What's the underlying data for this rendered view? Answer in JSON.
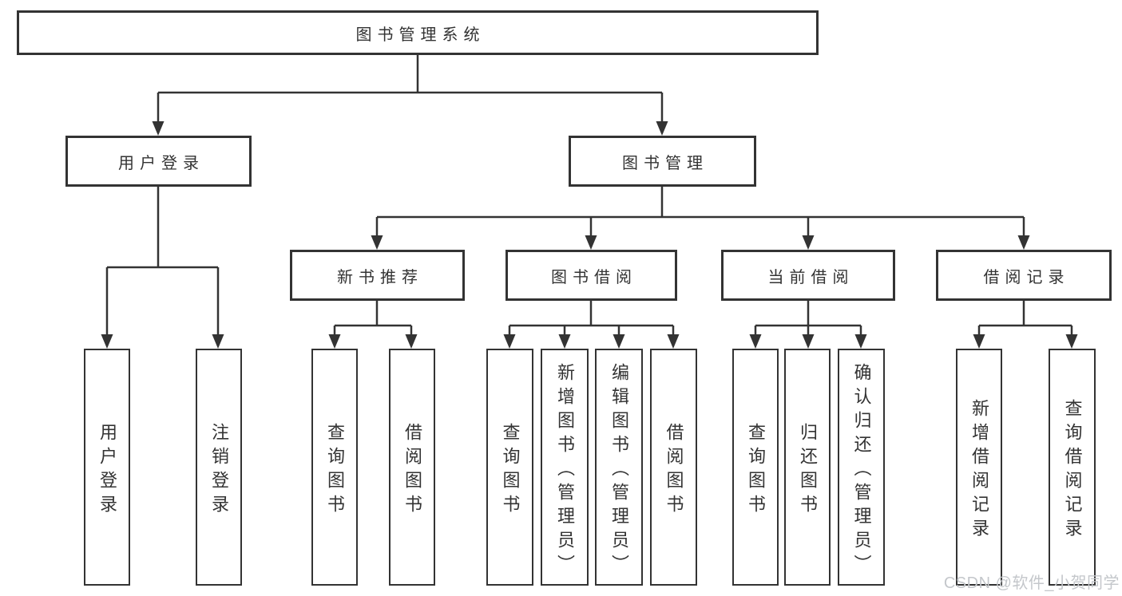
{
  "tree": {
    "label": "图书管理系统",
    "children": [
      {
        "label": "用户登录",
        "children": [
          {
            "label": "用户登录"
          },
          {
            "label": "注销登录"
          }
        ]
      },
      {
        "label": "图书管理",
        "children": [
          {
            "label": "新书推荐",
            "children": [
              {
                "label": "查询图书"
              },
              {
                "label": "借阅图书"
              }
            ]
          },
          {
            "label": "图书借阅",
            "children": [
              {
                "label": "查询图书"
              },
              {
                "label": "新增图书（管理员）"
              },
              {
                "label": "编辑图书（管理员）"
              },
              {
                "label": "借阅图书"
              }
            ]
          },
          {
            "label": "当前借阅",
            "children": [
              {
                "label": "查询图书"
              },
              {
                "label": "归还图书"
              },
              {
                "label": "确认归还（管理员）"
              }
            ]
          },
          {
            "label": "借阅记录",
            "children": [
              {
                "label": "新增借阅记录"
              },
              {
                "label": "查询借阅记录"
              }
            ]
          }
        ]
      }
    ]
  },
  "watermark": {
    "text": "CSDN @软件_小贺同学"
  },
  "colors": {
    "line": "#333333",
    "text": "#333333",
    "watermark": "#c4c7cb",
    "background": "#ffffff"
  }
}
